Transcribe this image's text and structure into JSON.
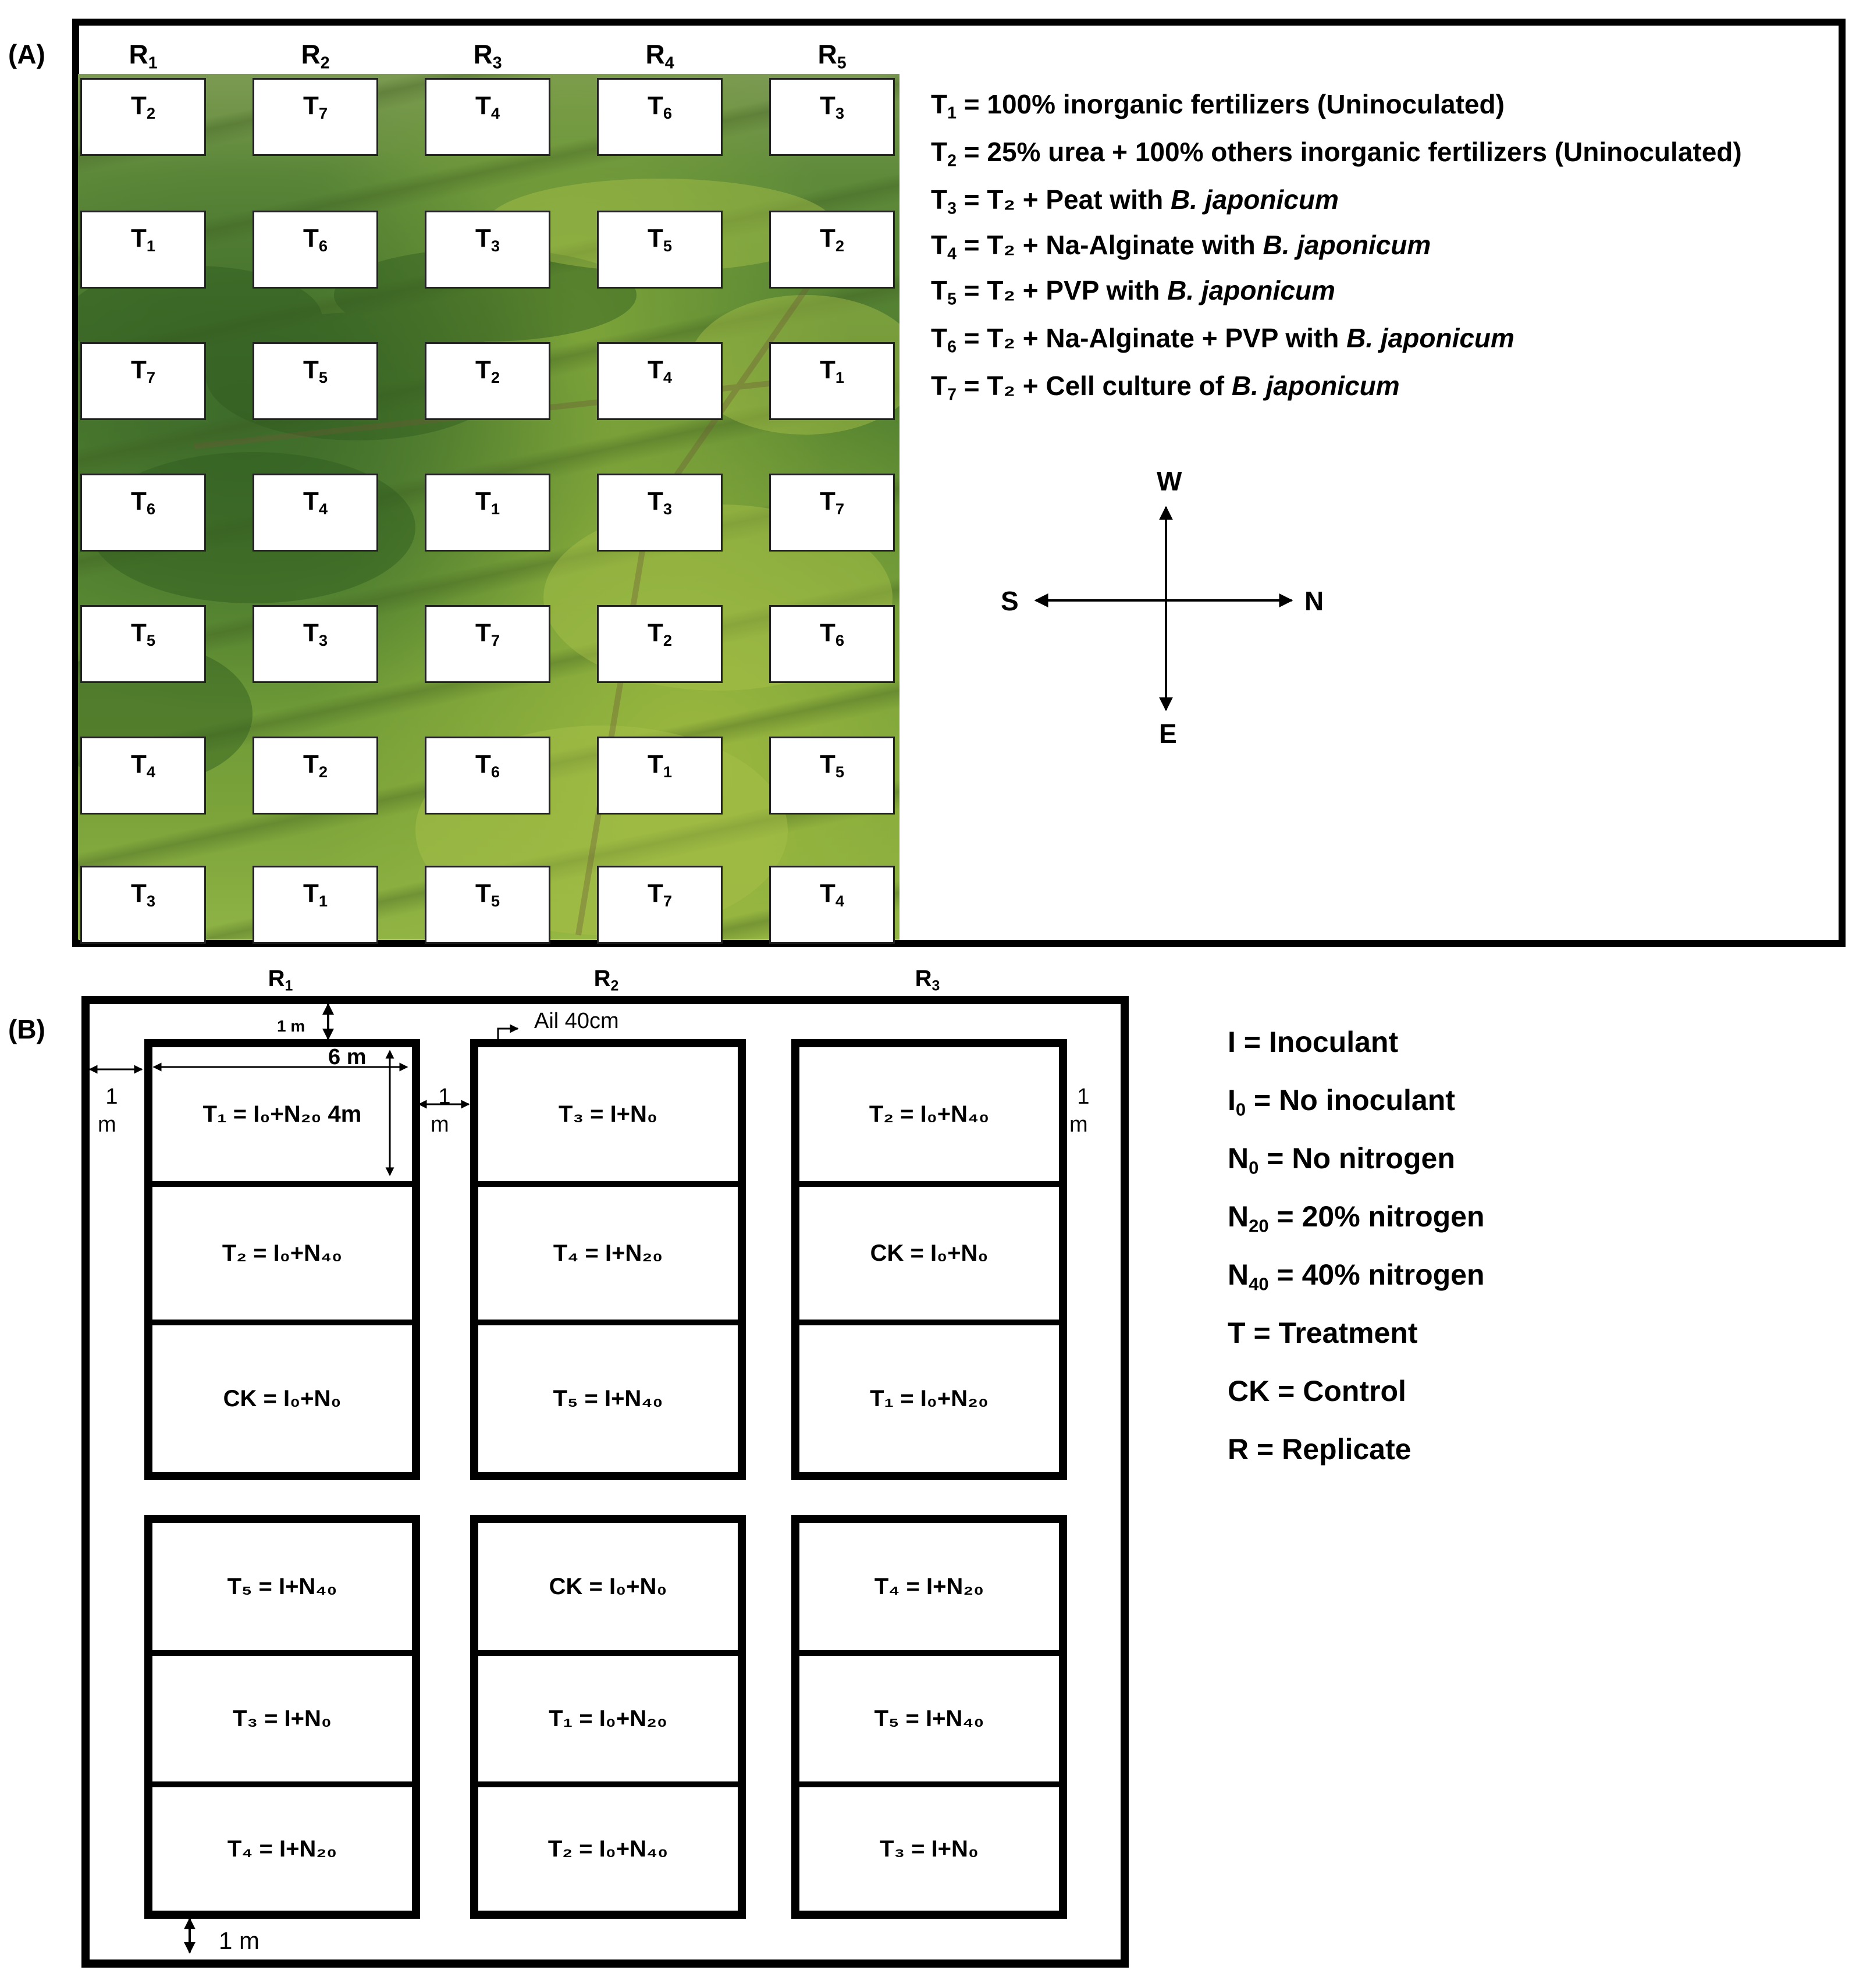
{
  "panel_a": {
    "label": "(A)",
    "replicates": [
      {
        "label": "R",
        "sub": "1"
      },
      {
        "label": "R",
        "sub": "2"
      },
      {
        "label": "R",
        "sub": "3"
      },
      {
        "label": "R",
        "sub": "4"
      },
      {
        "label": "R",
        "sub": "5"
      }
    ],
    "grid": [
      [
        "2",
        "7",
        "4",
        "6",
        "3"
      ],
      [
        "1",
        "6",
        "3",
        "5",
        "2"
      ],
      [
        "7",
        "5",
        "2",
        "4",
        "1"
      ],
      [
        "6",
        "4",
        "1",
        "3",
        "7"
      ],
      [
        "5",
        "3",
        "7",
        "2",
        "6"
      ],
      [
        "4",
        "2",
        "6",
        "1",
        "5"
      ],
      [
        "3",
        "1",
        "5",
        "7",
        "4"
      ]
    ],
    "legend": [
      {
        "sub": "1",
        "text": " = 100% inorganic fertilizers (Uninoculated)",
        "italic": ""
      },
      {
        "sub": "2",
        "text": " = 25% urea + 100% others inorganic fertilizers (Uninoculated)",
        "italic": ""
      },
      {
        "sub": "3",
        "text": " = T₂ + Peat with ",
        "italic": "B. japonicum"
      },
      {
        "sub": "4",
        "text": " = T₂ + Na-Alginate with ",
        "italic": "B. japonicum"
      },
      {
        "sub": "5",
        "text": " = T₂ + PVP with ",
        "italic": "B. japonicum"
      },
      {
        "sub": "6",
        "text": " = T₂ + Na-Alginate + PVP with ",
        "italic": "B. japonicum"
      },
      {
        "sub": "7",
        "text": " = T₂ + Cell culture of ",
        "italic": "B. japonicum"
      }
    ],
    "compass": {
      "north": "N",
      "south": "S",
      "east": "E",
      "west": "W"
    }
  },
  "panel_b": {
    "label": "(B)",
    "replicates": [
      {
        "label": "R",
        "sub": "1"
      },
      {
        "label": "R",
        "sub": "2"
      },
      {
        "label": "R",
        "sub": "3"
      }
    ],
    "blocks_top": [
      [
        "T₁ = I₀+N₂₀ 4m",
        "T₂ = I₀+N₄₀",
        "CK = I₀+N₀"
      ],
      [
        "T₃ = I+N₀",
        "T₄ = I+N₂₀",
        "T₅ = I+N₄₀"
      ],
      [
        "T₂ = I₀+N₄₀",
        "CK = I₀+N₀",
        "T₁ = I₀+N₂₀"
      ]
    ],
    "blocks_bottom": [
      [
        "T₅ = I+N₄₀",
        "T₃ = I+N₀",
        "T₄ = I+N₂₀"
      ],
      [
        "CK = I₀+N₀",
        "T₁ = I₀+N₂₀",
        "T₂ = I₀+N₄₀"
      ],
      [
        "T₄ = I+N₂₀",
        "T₅ = I+N₄₀",
        "T₃ = I+N₀"
      ]
    ],
    "dimensions": {
      "top_gap": "1 m",
      "width": "6 m",
      "aisle": "Ail 40cm",
      "side_num": "1",
      "side_unit": "m",
      "bottom_gap": "1 m"
    },
    "legend": [
      {
        "base": "I",
        "sub": "",
        "text": " = Inoculant"
      },
      {
        "base": "I",
        "sub": "0",
        "text": " = No inoculant"
      },
      {
        "base": "N",
        "sub": "0",
        "text": " = No nitrogen"
      },
      {
        "base": "N",
        "sub": "20",
        "text": " = 20% nitrogen"
      },
      {
        "base": "N",
        "sub": "40",
        "text": " = 40% nitrogen"
      },
      {
        "base": "T",
        "sub": "",
        "text": " = Treatment"
      },
      {
        "base": "CK",
        "sub": "",
        "text": " = Control"
      },
      {
        "base": "R",
        "sub": "",
        "text": " = Replicate"
      }
    ]
  }
}
